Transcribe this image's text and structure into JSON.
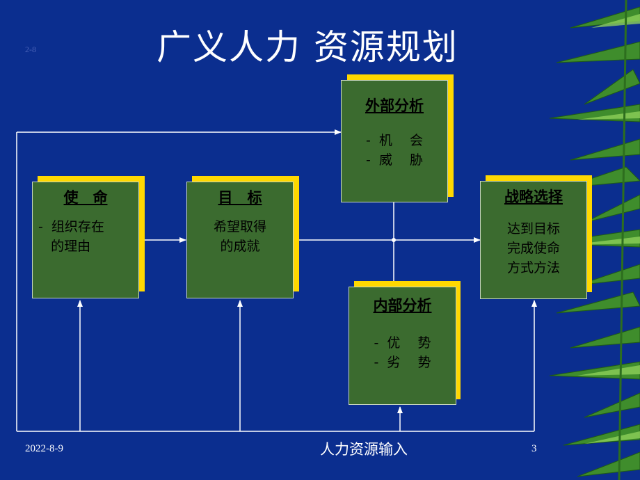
{
  "title": "广义人力 资源规划",
  "slide_tag": "2-8",
  "boxes": {
    "mission": {
      "head": "使　命",
      "body": "-  组织存在\n   的理由"
    },
    "goal": {
      "head": "目　标",
      "body": "希望取得\n的成就"
    },
    "external": {
      "head": "外部分析",
      "body": "-  机　 会\n-  威　 胁"
    },
    "internal": {
      "head": "内部分析",
      "body": "-  优　 势\n-  劣　 势"
    },
    "strategy": {
      "head": "战略选择",
      "body": "达到目标\n完成使命\n方式方法"
    }
  },
  "footer": {
    "date": "2022-8-9",
    "input_label": "人力资源输入",
    "page_number": "3"
  },
  "colors": {
    "background": "#0b2e8f",
    "box": "#3b6b2f",
    "shadow": "#ffd800",
    "line": "#ffffff"
  }
}
